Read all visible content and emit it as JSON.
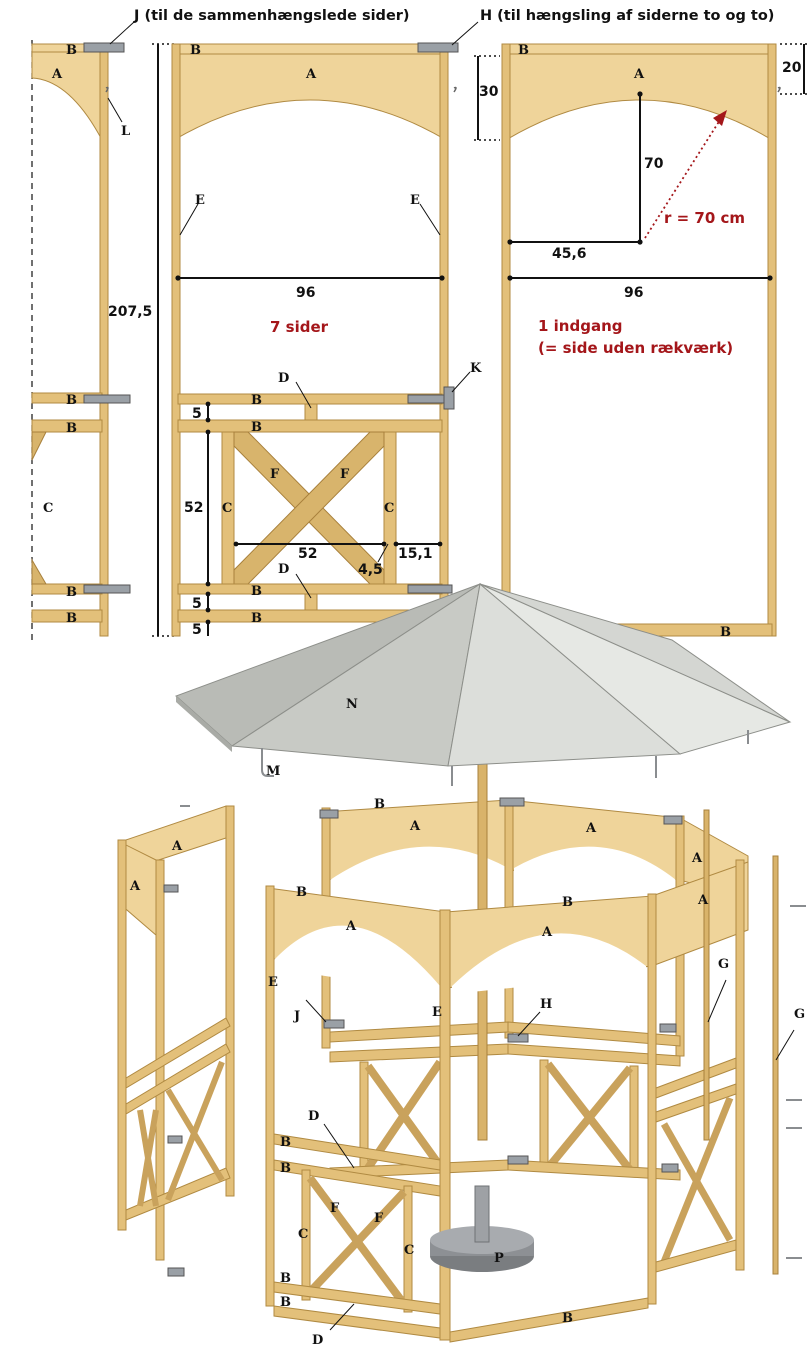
{
  "header": {
    "hinge_j": "J (til de sammenhængslede sider)",
    "hinge_h": "H (til hængsling af siderne to og to)"
  },
  "panels": {
    "left": {
      "labels": {
        "b1": "B",
        "a": "A",
        "l": "L",
        "b2": "B",
        "b3": "B",
        "c": "C",
        "b4": "B",
        "b5": "B"
      }
    },
    "middle": {
      "labels": {
        "b_top": "B",
        "a": "A",
        "e1": "E",
        "e2": "E",
        "d1": "D",
        "b_rail1": "B",
        "b_rail2": "B",
        "k": "K",
        "c1": "C",
        "c2": "C",
        "f1": "F",
        "f2": "F",
        "d2": "D",
        "b_rail3": "B",
        "b_rail4": "B"
      },
      "caption": "7 sider"
    },
    "right": {
      "labels": {
        "b_top": "B",
        "a": "A",
        "b_bottom": "B"
      },
      "caption_line1": "1 indgang",
      "caption_line2": "(= side uden rækværk)",
      "radius": "r = 70 cm"
    }
  },
  "dimensions": {
    "height_total": "207,5",
    "arch_height": "30",
    "width_mid": "96",
    "width_right": "96",
    "rail_gap_top": "5",
    "cross_height": "52",
    "cross_width": "52",
    "post_gap": "15,1",
    "post_offset": "4,5",
    "rail_gap_mid": "5",
    "rail_gap_bottom": "5",
    "top_band": "20",
    "arch_rise": "70",
    "arch_half": "45,6"
  },
  "assembly": {
    "labels": {
      "n": "N",
      "m": "M",
      "b_top": "B",
      "a1": "A",
      "a2": "A",
      "a3": "A",
      "a4": "A",
      "a5": "A",
      "a6": "A",
      "b_front": "B",
      "b_left": "B",
      "a_front1": "A",
      "a_front2": "A",
      "e1": "E",
      "e2": "E",
      "j": "J",
      "h": "H",
      "g1": "G",
      "g2": "G",
      "d1": "D",
      "b_r1": "B",
      "b_r2": "B",
      "f1": "F",
      "f2": "F",
      "c1": "C",
      "c2": "C",
      "b_r3": "B",
      "b_r4": "B",
      "d2": "D",
      "p": "P",
      "b_bottom": "B"
    }
  },
  "colors": {
    "wood": "#e3c07a",
    "wood_dark": "#b08a42",
    "roof": "#c9cbc6",
    "red_text": "#a4161a",
    "hardware": "#9aa0a6"
  }
}
